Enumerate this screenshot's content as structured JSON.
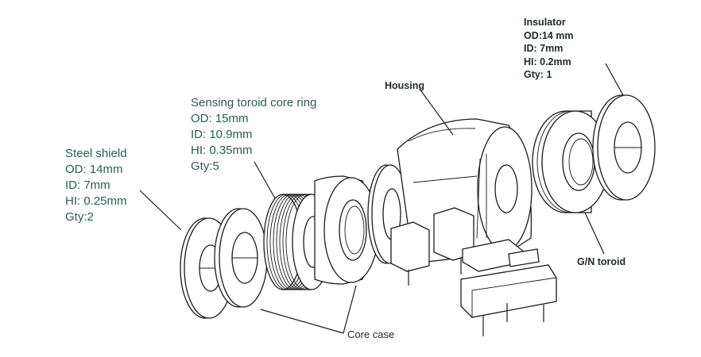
{
  "labels": {
    "steel_shield": {
      "title": "Steel shield",
      "od": "OD: 14mm",
      "id": "ID: 7mm",
      "hi": "HI: 0.25mm",
      "qty": "Gty:2"
    },
    "sensing_core": {
      "title": "Sensing toroid core ring",
      "od": "OD: 15mm",
      "id": "ID: 10.9mm",
      "hi": "HI: 0.35mm",
      "qty": "Gty:5"
    },
    "insulator": {
      "title": "Insulator",
      "od": "OD:14 mm",
      "id": "ID: 7mm",
      "hi": "HI: 0.2mm",
      "qty": "Gty: 1"
    },
    "housing": "Housing",
    "gn_toroid": "G/N toroid",
    "core_case": "Core case"
  },
  "colors": {
    "spec_text": "#2b5c55",
    "callout_text": "#1e2a2a",
    "line": "#1b1b1b"
  }
}
